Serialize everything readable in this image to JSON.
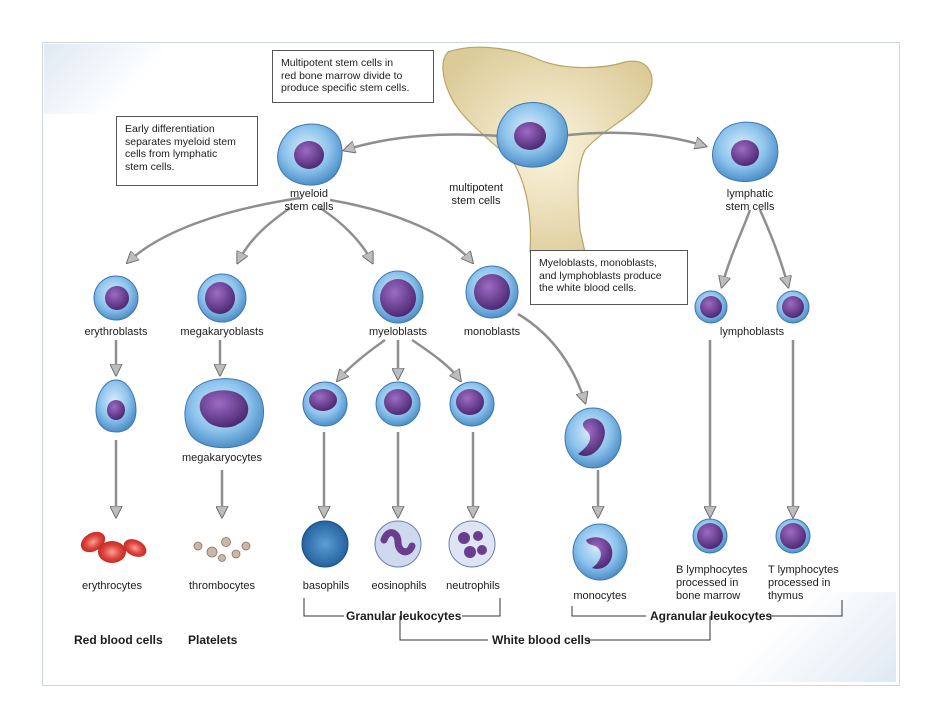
{
  "notes": {
    "multipotent_note": [
      "Multipotent stem cells in",
      "red bone marrow divide to",
      "produce specific stem cells."
    ],
    "early_note": [
      "Early differentiation",
      "separates myeloid stem",
      "cells from lymphatic",
      "stem cells."
    ],
    "blasts_note": [
      "Myeloblasts, monoblasts,",
      "and lymphoblasts produce",
      "the white blood cells."
    ]
  },
  "labels": {
    "myeloid_stem": [
      "myeloid",
      "stem cells"
    ],
    "multipotent_stem": [
      "multipotent",
      "stem cells"
    ],
    "lymphatic_stem": [
      "lymphatic",
      "stem cells"
    ],
    "erythroblasts": "erythroblasts",
    "megakaryoblasts": "megakaryoblasts",
    "myeloblasts": "myeloblasts",
    "monoblasts": "monoblasts",
    "lymphoblasts": "lymphoblasts",
    "megakaryocytes": "megakaryocytes",
    "erythrocytes": "erythrocytes",
    "thrombocytes": "thrombocytes",
    "basophils": "basophils",
    "eosinophils": "eosinophils",
    "neutrophils": "neutrophils",
    "monocytes": "monocytes",
    "b_lymphocytes": [
      "B lymphocytes",
      "processed in",
      "bone marrow"
    ],
    "t_lymphocytes": [
      "T lymphocytes",
      "processed in",
      "thymus"
    ]
  },
  "groups": {
    "red_blood_cells": "Red blood cells",
    "platelets": "Platelets",
    "granular": "Granular leukocytes",
    "agranular": "Agranular leukocytes",
    "white_blood_cells": "White blood cells"
  },
  "colors": {
    "cell_body": "#7fb9e6",
    "nucleus": "#6a3d8f",
    "arrow": "#9a9a9a",
    "bone": "#efe3bf",
    "rbc": "#e0453c"
  }
}
